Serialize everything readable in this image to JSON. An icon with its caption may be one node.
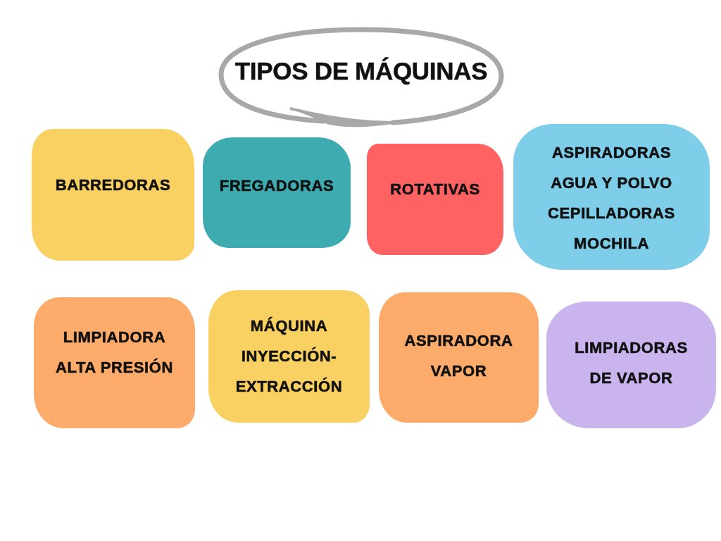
{
  "diagram": {
    "nodes": [
      {
        "text": [
          "TIPOS DE MÁQUINAS"
        ]
      },
      {
        "text": [
          "BARREDORAS"
        ]
      },
      {
        "text": [
          "FREGADORAS"
        ]
      },
      {
        "text": [
          "ROTATIVAS"
        ]
      },
      {
        "text": [
          "ASPIRADORAS AGUA Y POLVO",
          "CEPILLADORAS MOCHILA"
        ]
      },
      {
        "text": [
          "LIMPIADORA ALTA PRESIÓN"
        ]
      },
      {
        "text": [
          "MÁQUINA INYECCIÓN-EXTRACCIÓN"
        ]
      },
      {
        "text": [
          "ASPIRADORA VAPOR"
        ]
      },
      {
        "text": [
          "LIMPIADORAS DE VAPOR"
        ]
      }
    ]
  }
}
